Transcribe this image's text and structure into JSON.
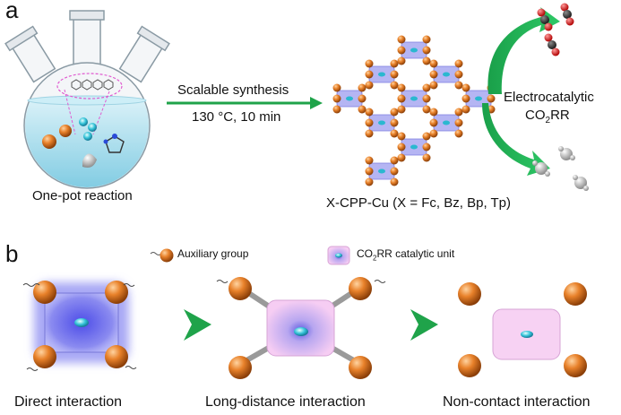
{
  "panel_a": {
    "label": "a",
    "flask_caption": "One-pot reaction",
    "arrow_top_text": "Scalable synthesis",
    "arrow_bottom_text": "130 °C, 10 min",
    "framework_caption": "X-CPP-Cu (X = Fc, Bz, Bp, Tp)",
    "electro_line1": "Electrocatalytic",
    "electro_line2_main": "CO",
    "electro_line2_sub": "2",
    "electro_line2_end": "RR"
  },
  "panel_b": {
    "label": "b",
    "legend_aux": "Auxiliary group",
    "legend_cat_main": "CO",
    "legend_cat_sub": "2",
    "legend_cat_end": "RR catalytic unit",
    "caption_1": "Direct interaction",
    "caption_2": "Long-distance interaction",
    "caption_3": "Non-contact interaction",
    "comparator": ">"
  },
  "colors": {
    "arrow_green": "#1fa34a",
    "sphere_orange": "#e07a1f",
    "flask_liquid": "#a9dcec",
    "catalytic_blue": "#6f6fe0",
    "catalytic_pink": "#f3c6f0"
  }
}
